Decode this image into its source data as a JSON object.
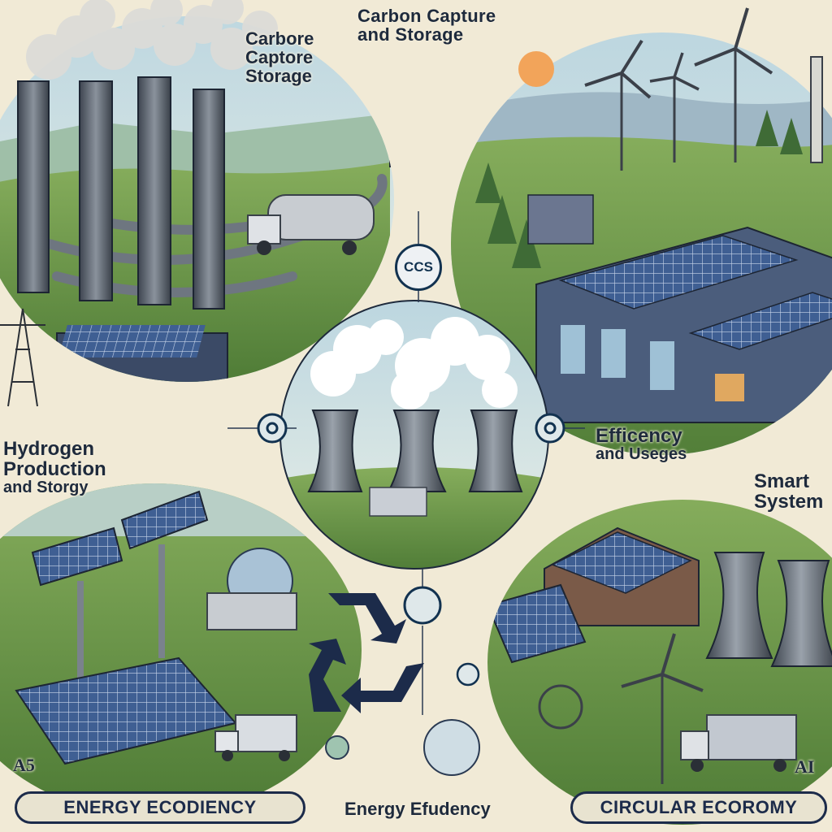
{
  "labels": {
    "top_center_line1": "Carbon Capture",
    "top_center_line2": "and Storage",
    "top_left_line1": "Carbore",
    "top_left_line2": "Captore",
    "top_left_line3": "Storage",
    "left_line1": "Hydrogen",
    "left_line2": "Production",
    "left_line3": "and Storgy",
    "right_line1": "Efficency",
    "right_line2": "and Useges",
    "smart_line1": "Smart",
    "smart_line2": "System",
    "bottom_left_corner": "A5",
    "bottom_right_corner": "AI",
    "bottom_center": "Energy Efudency"
  },
  "banners": {
    "left": "ENERGY ECODIENCY",
    "right": "CIRCULAR ECOROMY"
  },
  "badges": {
    "center": "CCS"
  },
  "colors": {
    "background": "#f1ead6",
    "navy": "#1c2b4a",
    "grass": "#6f9a4a",
    "sky": "#c9dde4",
    "steel": "#5c6470",
    "solar": "#3d5a8a"
  },
  "icons": [
    "recycle-icon",
    "link-node-icon",
    "globe-icon",
    "wind-turbine-icon",
    "solar-panel-icon",
    "cooling-tower-icon",
    "smokestack-icon",
    "truck-icon"
  ]
}
